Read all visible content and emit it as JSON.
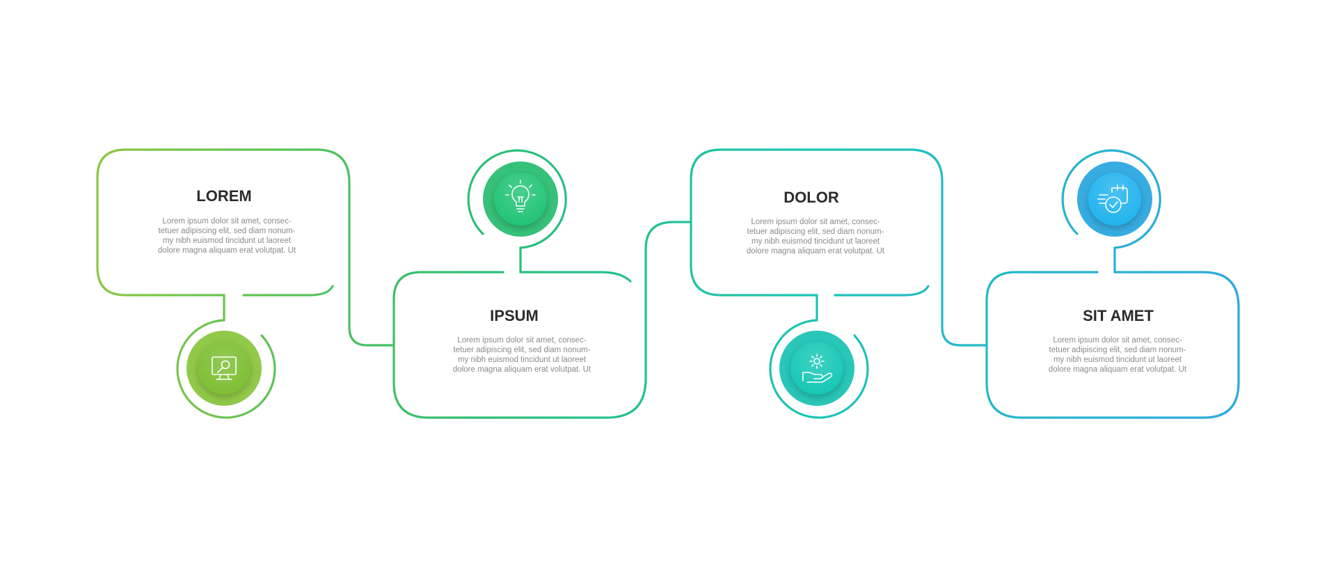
{
  "steps": [
    {
      "title": "LOREM",
      "description": [
        "Lorem ipsum dolor sit amet, consec-",
        "tetuer adipiscing elit, sed diam nonum-",
        "my nibh euismod tincidunt ut laoreet",
        "dolore magna aliquam erat volutpat. Ut"
      ],
      "icon": "monitor-search-icon",
      "color": "#8CC63F",
      "circle_color": "#7DBE31"
    },
    {
      "title": "IPSUM",
      "description": [
        "Lorem ipsum dolor sit amet, consec-",
        "tetuer adipiscing elit, sed diam nonum-",
        "my nibh euismod tincidunt ut laoreet",
        "dolore magna aliquam erat volutpat. Ut"
      ],
      "icon": "lightbulb-icon",
      "color": "#2BBE72",
      "circle_color": "#22C476"
    },
    {
      "title": "DOLOR",
      "description": [
        "Lorem ipsum dolor sit amet, consec-",
        "tetuer adipiscing elit, sed diam nonum-",
        "my nibh euismod tincidunt ut laoreet",
        "dolore magna aliquam erat volutpat. Ut"
      ],
      "icon": "hand-gear-icon",
      "color": "#1CC4B4",
      "circle_color": "#17C7B5"
    },
    {
      "title": "SIT AMET",
      "description": [
        "Lorem ipsum dolor sit amet, consec-",
        "tetuer adipiscing elit, sed diam nonum-",
        "my nibh euismod tincidunt ut laoreet",
        "dolore magna aliquam erat volutpat. Ut"
      ],
      "icon": "calendar-clock-icon",
      "color": "#2BA8E0",
      "circle_color": "#22B4EE"
    }
  ]
}
